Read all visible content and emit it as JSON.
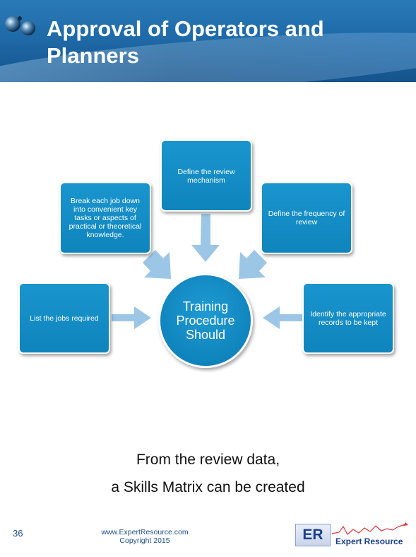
{
  "slide": {
    "title": "Approval of Operators and Planners",
    "page_number": "36"
  },
  "diagram": {
    "center": "Training Procedure Should",
    "boxes": {
      "list_jobs": "List the jobs required",
      "break_down": "Break each job down into convenient key tasks or aspects of practical or theoretical knowledge.",
      "define_mechanism": "Define the review mechanism",
      "define_frequency": "Define the frequency of review",
      "identify_records": "Identify the appropriate records to be kept"
    }
  },
  "caption": {
    "line1": "From the review data,",
    "line2": "a Skills Matrix can be created"
  },
  "footer": {
    "website": "www.ExpertResource.com",
    "copyright": "Copyright 2015",
    "logo_initials": "ER",
    "logo_name": "Expert Resource"
  },
  "colors": {
    "box_fill": "#0f84bd",
    "arrow_fill": "#9cc6e6",
    "header": "#1f6aa8"
  }
}
